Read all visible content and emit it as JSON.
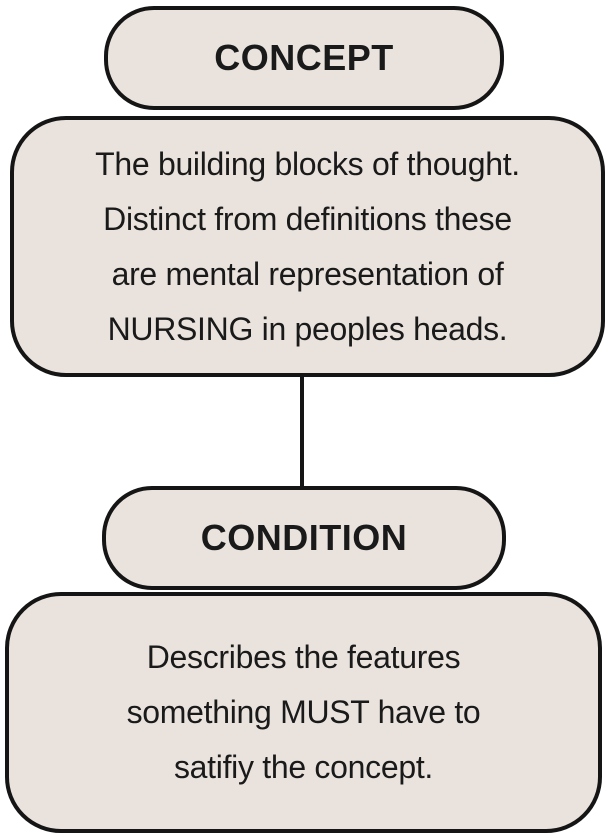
{
  "diagram": {
    "concept": {
      "title": "CONCEPT",
      "lines": [
        "The building blocks of thought.",
        "Distinct from definitions these",
        "are mental representation of",
        "NURSING in peoples heads."
      ]
    },
    "condition": {
      "title": "CONDITION",
      "lines": [
        "Describes the features",
        "something MUST have to",
        "satifiy the concept."
      ]
    },
    "colors": {
      "background": "#ffffff",
      "box_fill": "#eae3dd",
      "box_border": "#151515",
      "text": "#1a1a1a"
    }
  }
}
